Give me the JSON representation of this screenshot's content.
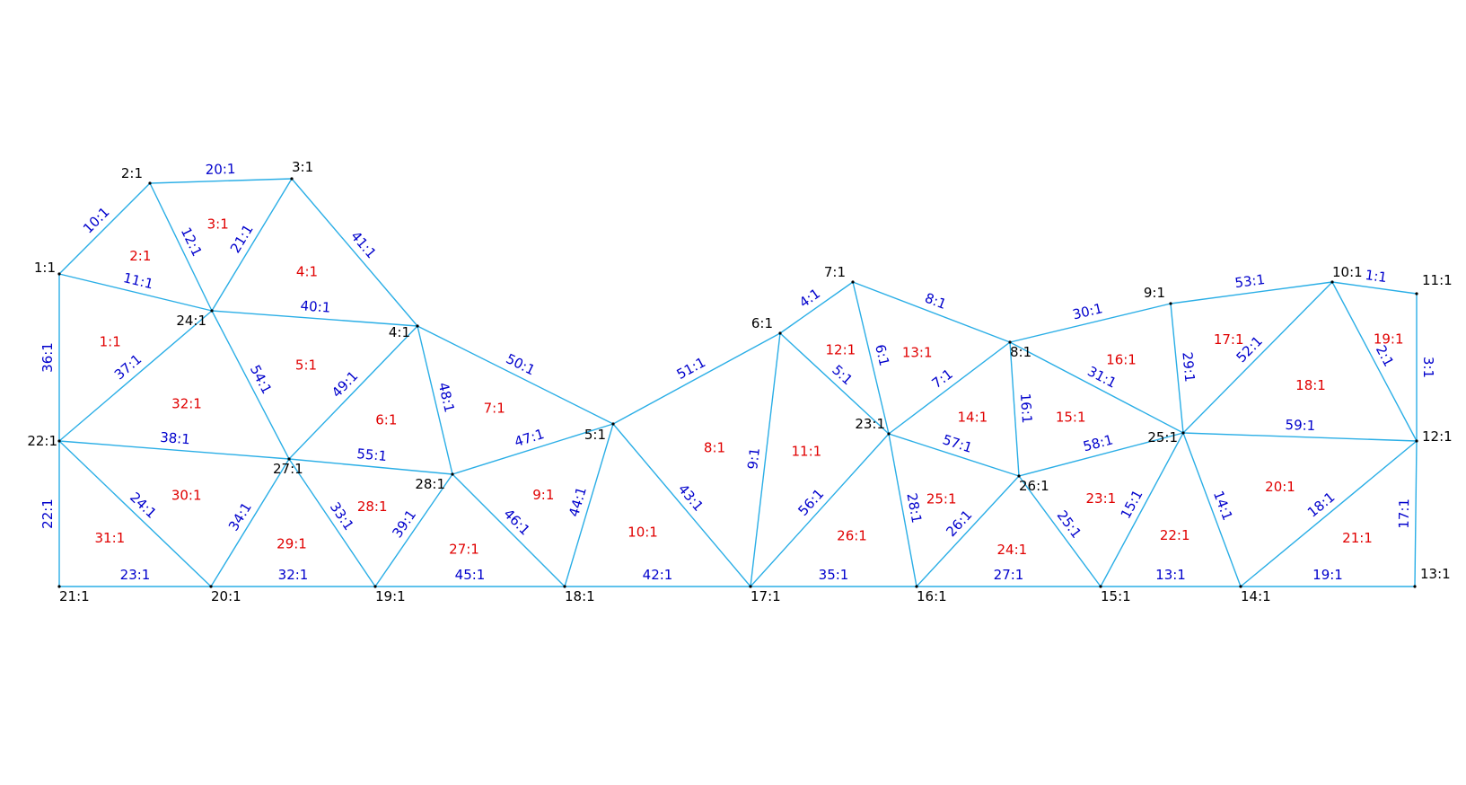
{
  "colors": {
    "edge_line": "#2aaee6",
    "node_label": "#000000",
    "edge_label": "#0000cc",
    "element_label": "#e00000"
  },
  "nodes": [
    {
      "id": 1,
      "label": "1:1"
    },
    {
      "id": 2,
      "label": "2:1"
    },
    {
      "id": 3,
      "label": "3:1"
    },
    {
      "id": 4,
      "label": "4:1"
    },
    {
      "id": 5,
      "label": "5:1"
    },
    {
      "id": 6,
      "label": "6:1"
    },
    {
      "id": 7,
      "label": "7:1"
    },
    {
      "id": 8,
      "label": "8:1"
    },
    {
      "id": 9,
      "label": "9:1"
    },
    {
      "id": 10,
      "label": "10:1"
    },
    {
      "id": 11,
      "label": "11:1"
    },
    {
      "id": 12,
      "label": "12:1"
    },
    {
      "id": 13,
      "label": "13:1"
    },
    {
      "id": 14,
      "label": "14:1"
    },
    {
      "id": 15,
      "label": "15:1"
    },
    {
      "id": 16,
      "label": "16:1"
    },
    {
      "id": 17,
      "label": "17:1"
    },
    {
      "id": 18,
      "label": "18:1"
    },
    {
      "id": 19,
      "label": "19:1"
    },
    {
      "id": 20,
      "label": "20:1"
    },
    {
      "id": 21,
      "label": "21:1"
    },
    {
      "id": 22,
      "label": "22:1"
    },
    {
      "id": 23,
      "label": "23:1"
    },
    {
      "id": 24,
      "label": "24:1"
    },
    {
      "id": 25,
      "label": "25:1"
    },
    {
      "id": 26,
      "label": "26:1"
    },
    {
      "id": 27,
      "label": "27:1"
    },
    {
      "id": 28,
      "label": "28:1"
    }
  ],
  "edges": [
    {
      "label": "1:1",
      "from": 10,
      "to": 11
    },
    {
      "label": "2:1",
      "from": 10,
      "to": 12
    },
    {
      "label": "3:1",
      "from": 11,
      "to": 12
    },
    {
      "label": "4:1",
      "from": 6,
      "to": 7
    },
    {
      "label": "5:1",
      "from": 6,
      "to": 23
    },
    {
      "label": "6:1",
      "from": 7,
      "to": 23
    },
    {
      "label": "7:1",
      "from": 23,
      "to": 8
    },
    {
      "label": "8:1",
      "from": 7,
      "to": 8
    },
    {
      "label": "9:1",
      "from": 17,
      "to": 6
    },
    {
      "label": "10:1",
      "from": 1,
      "to": 2
    },
    {
      "label": "11:1",
      "from": 1,
      "to": 24
    },
    {
      "label": "12:1",
      "from": 2,
      "to": 24
    },
    {
      "label": "13:1",
      "from": 15,
      "to": 14
    },
    {
      "label": "14:1",
      "from": 25,
      "to": 14
    },
    {
      "label": "15:1",
      "from": 15,
      "to": 25
    },
    {
      "label": "16:1",
      "from": 8,
      "to": 26
    },
    {
      "label": "17:1",
      "from": 12,
      "to": 13
    },
    {
      "label": "18:1",
      "from": 14,
      "to": 12
    },
    {
      "label": "19:1",
      "from": 14,
      "to": 13
    },
    {
      "label": "20:1",
      "from": 2,
      "to": 3
    },
    {
      "label": "21:1",
      "from": 24,
      "to": 3
    },
    {
      "label": "22:1",
      "from": 21,
      "to": 22
    },
    {
      "label": "23:1",
      "from": 21,
      "to": 20
    },
    {
      "label": "24:1",
      "from": 22,
      "to": 20
    },
    {
      "label": "25:1",
      "from": 26,
      "to": 15
    },
    {
      "label": "26:1",
      "from": 16,
      "to": 26
    },
    {
      "label": "27:1",
      "from": 16,
      "to": 15
    },
    {
      "label": "28:1",
      "from": 23,
      "to": 16
    },
    {
      "label": "29:1",
      "from": 9,
      "to": 25
    },
    {
      "label": "30:1",
      "from": 8,
      "to": 9
    },
    {
      "label": "31:1",
      "from": 8,
      "to": 25
    },
    {
      "label": "32:1",
      "from": 20,
      "to": 19
    },
    {
      "label": "33:1",
      "from": 27,
      "to": 19
    },
    {
      "label": "34:1",
      "from": 20,
      "to": 27
    },
    {
      "label": "35:1",
      "from": 17,
      "to": 16
    },
    {
      "label": "36:1",
      "from": 22,
      "to": 1
    },
    {
      "label": "37:1",
      "from": 22,
      "to": 24
    },
    {
      "label": "38:1",
      "from": 22,
      "to": 27
    },
    {
      "label": "39:1",
      "from": 19,
      "to": 28
    },
    {
      "label": "40:1",
      "from": 24,
      "to": 4
    },
    {
      "label": "41:1",
      "from": 3,
      "to": 4
    },
    {
      "label": "42:1",
      "from": 18,
      "to": 17
    },
    {
      "label": "43:1",
      "from": 5,
      "to": 17
    },
    {
      "label": "44:1",
      "from": 18,
      "to": 5
    },
    {
      "label": "45:1",
      "from": 19,
      "to": 18
    },
    {
      "label": "46:1",
      "from": 28,
      "to": 18
    },
    {
      "label": "47:1",
      "from": 28,
      "to": 5
    },
    {
      "label": "48:1",
      "from": 4,
      "to": 28
    },
    {
      "label": "49:1",
      "from": 27,
      "to": 4
    },
    {
      "label": "50:1",
      "from": 4,
      "to": 5
    },
    {
      "label": "51:1",
      "from": 5,
      "to": 6
    },
    {
      "label": "52:1",
      "from": 25,
      "to": 10
    },
    {
      "label": "53:1",
      "from": 9,
      "to": 10
    },
    {
      "label": "54:1",
      "from": 24,
      "to": 27
    },
    {
      "label": "55:1",
      "from": 27,
      "to": 28
    },
    {
      "label": "56:1",
      "from": 17,
      "to": 23
    },
    {
      "label": "57:1",
      "from": 23,
      "to": 26
    },
    {
      "label": "58:1",
      "from": 26,
      "to": 25
    },
    {
      "label": "59:1",
      "from": 25,
      "to": 12
    }
  ],
  "elements": [
    {
      "label": "1:1",
      "nodes": [
        1,
        24,
        22
      ]
    },
    {
      "label": "2:1",
      "nodes": [
        1,
        2,
        24
      ]
    },
    {
      "label": "3:1",
      "nodes": [
        2,
        3,
        24
      ]
    },
    {
      "label": "4:1",
      "nodes": [
        24,
        3,
        4
      ]
    },
    {
      "label": "5:1",
      "nodes": [
        24,
        4,
        27
      ]
    },
    {
      "label": "6:1",
      "nodes": [
        27,
        4,
        28
      ]
    },
    {
      "label": "7:1",
      "nodes": [
        4,
        5,
        28
      ]
    },
    {
      "label": "8:1",
      "nodes": [
        5,
        6,
        17
      ]
    },
    {
      "label": "9:1",
      "nodes": [
        28,
        5,
        18
      ]
    },
    {
      "label": "10:1",
      "nodes": [
        18,
        5,
        17
      ]
    },
    {
      "label": "11:1",
      "nodes": [
        17,
        6,
        23
      ]
    },
    {
      "label": "12:1",
      "nodes": [
        6,
        7,
        23
      ]
    },
    {
      "label": "13:1",
      "nodes": [
        7,
        8,
        23
      ]
    },
    {
      "label": "14:1",
      "nodes": [
        23,
        8,
        26
      ]
    },
    {
      "label": "15:1",
      "nodes": [
        26,
        8,
        25
      ]
    },
    {
      "label": "16:1",
      "nodes": [
        8,
        9,
        25
      ]
    },
    {
      "label": "17:1",
      "nodes": [
        9,
        10,
        25
      ]
    },
    {
      "label": "18:1",
      "nodes": [
        25,
        10,
        12
      ]
    },
    {
      "label": "19:1",
      "nodes": [
        10,
        11,
        12
      ]
    },
    {
      "label": "20:1",
      "nodes": [
        25,
        12,
        14
      ]
    },
    {
      "label": "21:1",
      "nodes": [
        14,
        12,
        13
      ]
    },
    {
      "label": "22:1",
      "nodes": [
        15,
        25,
        14
      ]
    },
    {
      "label": "23:1",
      "nodes": [
        26,
        25,
        15
      ]
    },
    {
      "label": "24:1",
      "nodes": [
        16,
        26,
        15
      ]
    },
    {
      "label": "25:1",
      "nodes": [
        23,
        26,
        16
      ]
    },
    {
      "label": "26:1",
      "nodes": [
        17,
        23,
        16
      ]
    },
    {
      "label": "27:1",
      "nodes": [
        19,
        28,
        18
      ]
    },
    {
      "label": "28:1",
      "nodes": [
        27,
        28,
        19
      ]
    },
    {
      "label": "29:1",
      "nodes": [
        20,
        27,
        19
      ]
    },
    {
      "label": "30:1",
      "nodes": [
        22,
        27,
        20
      ]
    },
    {
      "label": "31:1",
      "nodes": [
        21,
        22,
        20
      ]
    },
    {
      "label": "32:1",
      "nodes": [
        22,
        24,
        27
      ]
    }
  ]
}
